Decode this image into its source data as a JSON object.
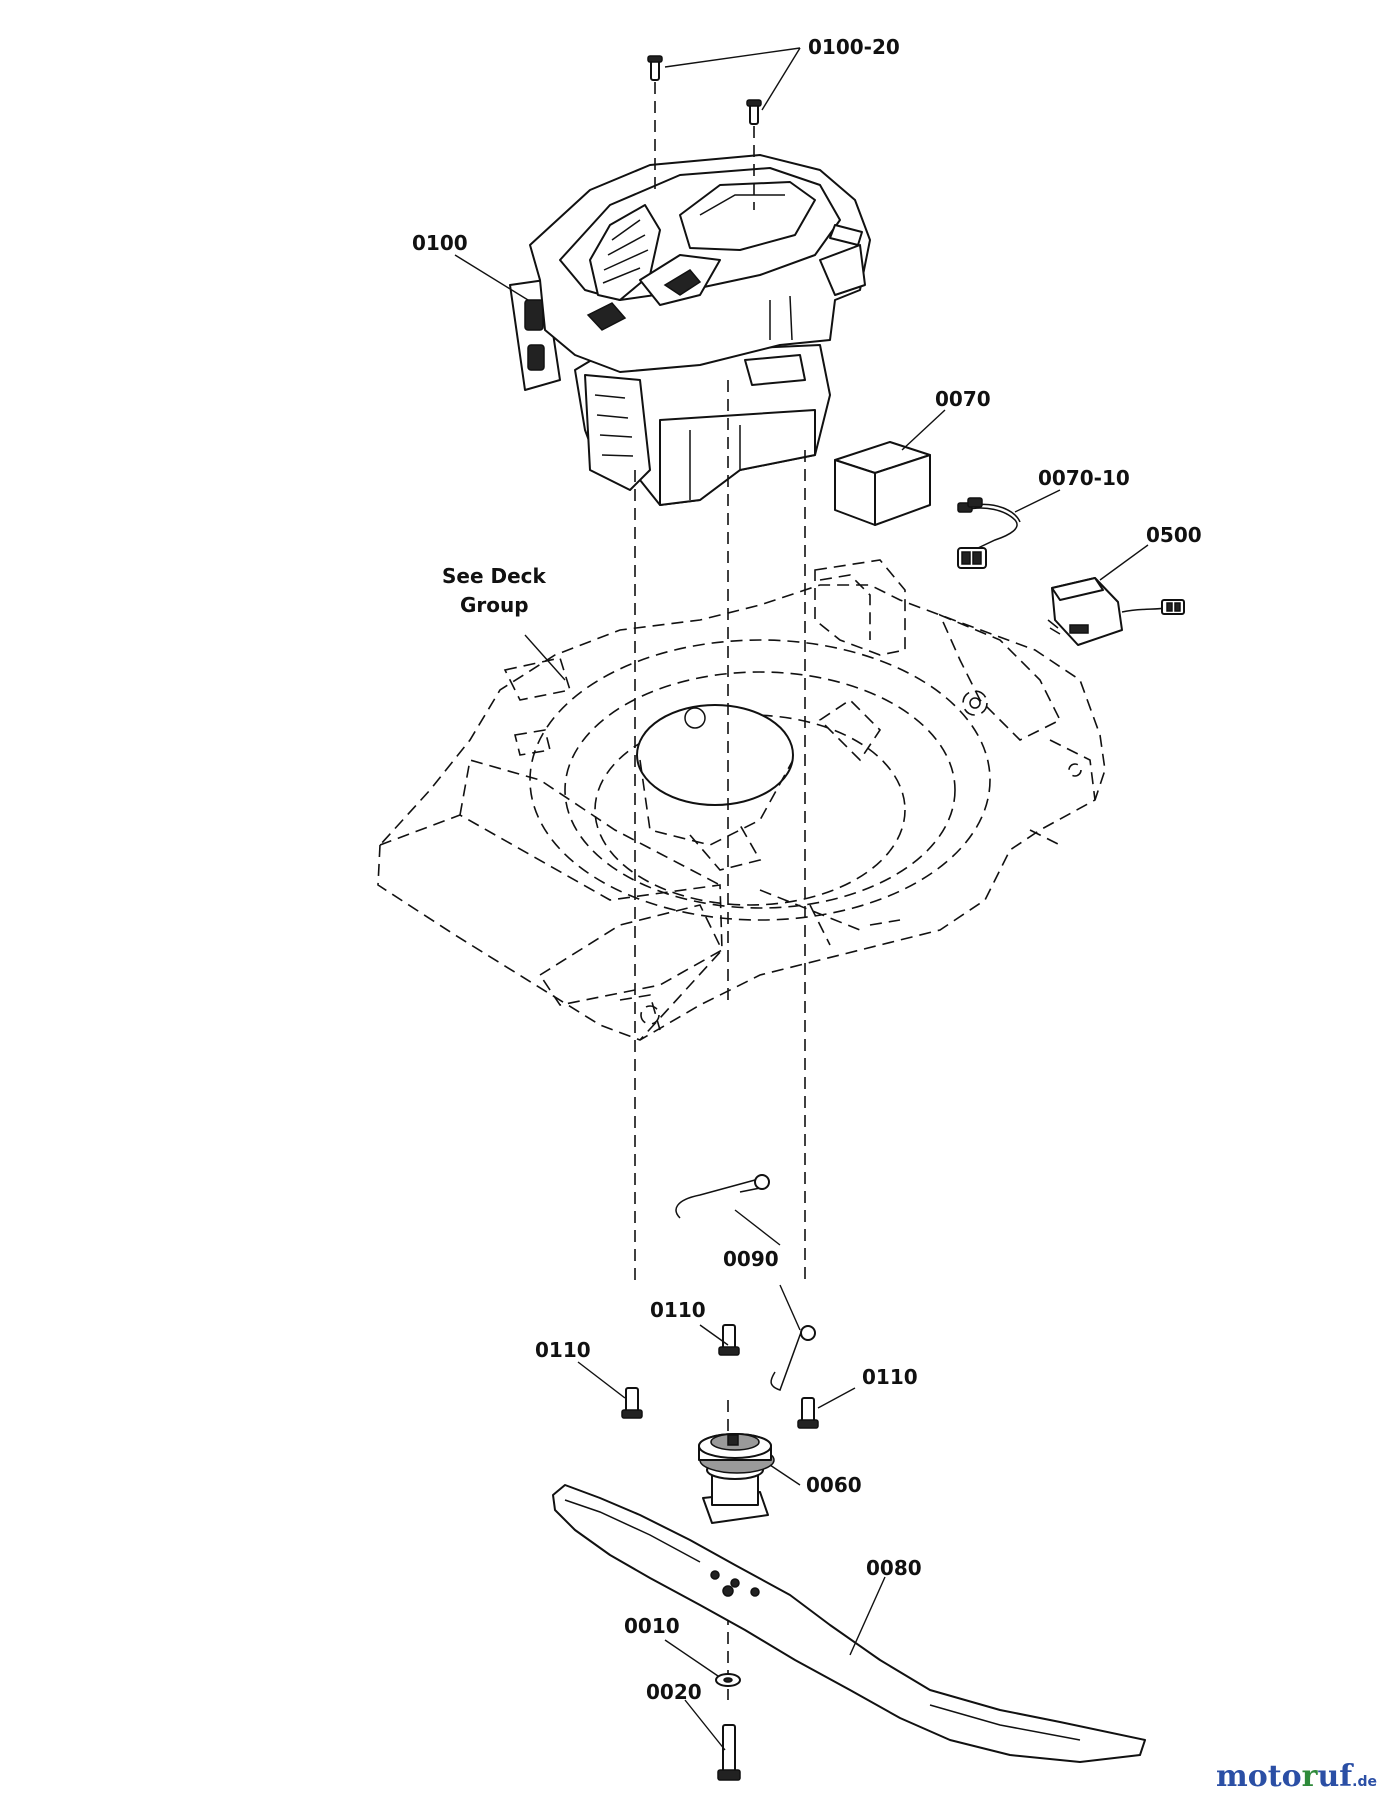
{
  "labels": {
    "p0100_20": "0100-20",
    "p0100": "0100",
    "p0070": "0070",
    "p0070_10": "0070-10",
    "p0500": "0500",
    "see_deck_line1": "See Deck",
    "see_deck_line2": "Group",
    "p0090": "0090",
    "p0110_a": "0110",
    "p0110_b": "0110",
    "p0110_c": "0110",
    "p0060": "0060",
    "p0080": "0080",
    "p0010": "0010",
    "p0020": "0020"
  },
  "watermark": {
    "part1": "moto",
    "part2": "r",
    "part3": "uf",
    "suffix": ".de"
  }
}
